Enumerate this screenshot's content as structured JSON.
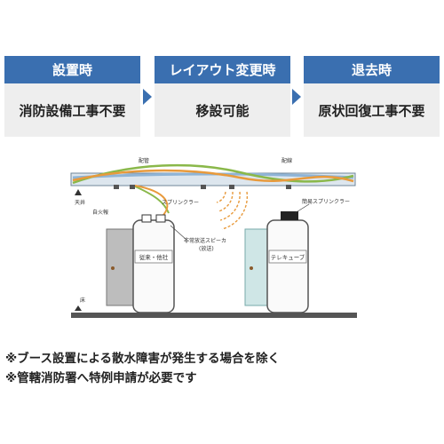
{
  "steps": [
    {
      "title": "設置時",
      "body": "消防設備工事不要"
    },
    {
      "title": "レイアウト変更時",
      "body": "移設可能"
    },
    {
      "title": "退去時",
      "body": "原状回復工事不要"
    }
  ],
  "diagram": {
    "pipe_label": "配管",
    "wire_label": "配線",
    "ceiling_label": "天井",
    "floor_label": "床",
    "fire_detector_label": "自火報",
    "sprinkler_label": "スプリンクラー",
    "speaker_label_1": "非常放送スピーカ",
    "speaker_label_2": "(放送)",
    "simple_sprinkler_label": "簡易スプリンクラー",
    "booth_left_label": "従来・他社",
    "booth_right_label": "テレキューブ"
  },
  "notes": [
    "※ブース設置による散水障害が発生する場合を除く",
    "※管轄消防署へ特例申請が必要です"
  ],
  "colors": {
    "accent": "#3a6fb0",
    "pipe_blue": "#8fb4d6",
    "wire_green": "#8ab84a",
    "wire_orange": "#e89a3c",
    "step_body_bg": "#eeeeee"
  }
}
